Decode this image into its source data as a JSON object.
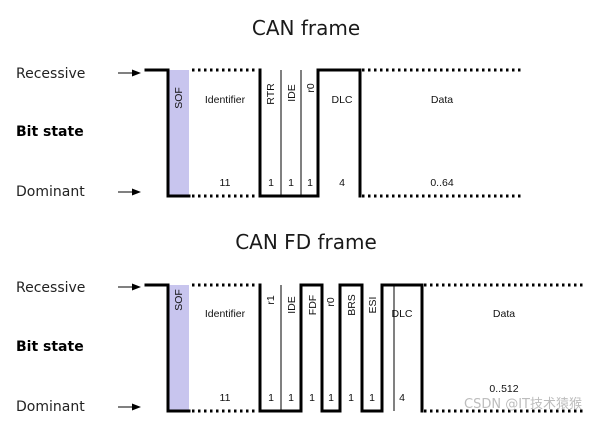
{
  "can": {
    "title": "CAN frame",
    "labels": {
      "recessive": "Recessive",
      "bit_state": "Bit state",
      "dominant": "Dominant"
    },
    "sof": "SOF",
    "fields": {
      "identifier": "Identifier",
      "rtr": "RTR",
      "ide": "IDE",
      "r0": "r0",
      "dlc": "DLC",
      "data": "Data"
    },
    "bits": {
      "identifier": "11",
      "rtr": "1",
      "ide": "1",
      "r0": "1",
      "dlc": "4",
      "data": "0..64"
    }
  },
  "canfd": {
    "title": "CAN FD frame",
    "labels": {
      "recessive": "Recessive",
      "bit_state": "Bit state",
      "dominant": "Dominant"
    },
    "sof": "SOF",
    "fields": {
      "identifier": "Identifier",
      "r1": "r1",
      "ide": "IDE",
      "fdf": "FDF",
      "r0": "r0",
      "brs": "BRS",
      "esi": "ESI",
      "dlc": "DLC",
      "data": "Data"
    },
    "bits": {
      "identifier": "11",
      "r1": "1",
      "ide": "1",
      "fdf": "1",
      "r0": "1",
      "brs": "1",
      "esi": "1",
      "dlc": "4",
      "data": "0..512"
    }
  },
  "watermark": "CSDN @IT技术猿猴"
}
